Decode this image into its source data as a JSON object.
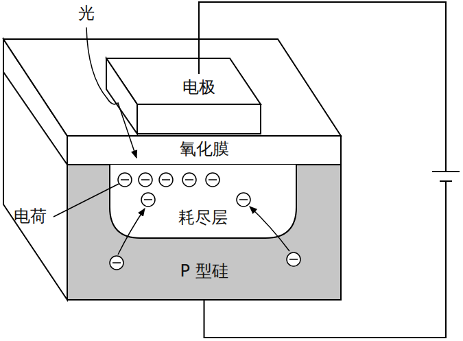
{
  "diagram": {
    "nodes": [
      {
        "text": [
          "电极"
        ]
      },
      {
        "text": [
          "氧化膜"
        ]
      },
      {
        "text": [
          "P 型硅"
        ]
      },
      {
        "text": [
          "耗尽层"
        ],
        "in": 2
      }
    ],
    "edges": [
      {
        "from": 0,
        "to": 2,
        "arrow": "none"
      }
    ],
    "labels": [
      "光",
      "电荷"
    ]
  }
}
